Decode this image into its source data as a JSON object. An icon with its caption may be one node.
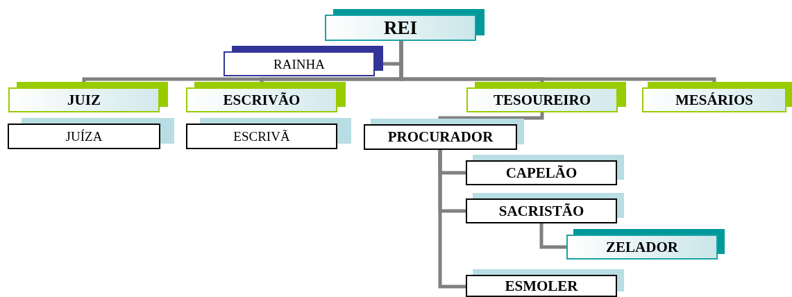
{
  "diagram": {
    "nodes": [
      {
        "text": [
          "REI"
        ]
      },
      {
        "text": [
          "RAINHA"
        ]
      },
      {
        "text": [
          "JUIZ"
        ]
      },
      {
        "text": [
          "JUÍZA"
        ]
      },
      {
        "text": [
          "ESCRIVÃO"
        ]
      },
      {
        "text": [
          "ESCRIVÃ"
        ]
      },
      {
        "text": [
          "TESOUREIRO"
        ]
      },
      {
        "text": [
          "MESÁRIOS"
        ]
      },
      {
        "text": [
          "PROCURADOR"
        ]
      },
      {
        "text": [
          "CAPELÃO"
        ]
      },
      {
        "text": [
          "SACRISTÃO"
        ]
      },
      {
        "text": [
          "ZELADOR"
        ]
      },
      {
        "text": [
          "ESMOLER"
        ]
      }
    ],
    "edges": [
      {
        "from": 0,
        "to": 1,
        "arrow": "none"
      },
      {
        "from": 0,
        "to": 2,
        "arrow": "none"
      },
      {
        "from": 0,
        "to": 4,
        "arrow": "none"
      },
      {
        "from": 0,
        "to": 6,
        "arrow": "none"
      },
      {
        "from": 0,
        "to": 7,
        "arrow": "none"
      },
      {
        "from": 6,
        "to": 8,
        "arrow": "none"
      },
      {
        "from": 8,
        "to": 9,
        "arrow": "none"
      },
      {
        "from": 8,
        "to": 10,
        "arrow": "none"
      },
      {
        "from": 8,
        "to": 12,
        "arrow": "none"
      },
      {
        "from": 10,
        "to": 11,
        "arrow": "none"
      }
    ]
  }
}
